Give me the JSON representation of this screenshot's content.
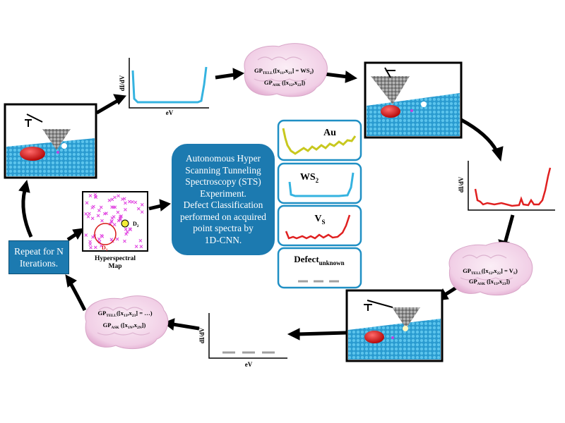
{
  "center_box": {
    "line1": "Autonomous Hyper",
    "line2": "Scanning Tunneling",
    "line3": "Spectroscopy (STS)",
    "line4": "Experiment.",
    "line5": "Defect Classification",
    "line6": "performed on acquired",
    "line7": "point spectra by",
    "line8": "1D-CNN."
  },
  "repeat_box": {
    "line1": "Repeat for N",
    "line2": "Iterations."
  },
  "hyperspectral_map": {
    "label_line1": "Hyperspectral",
    "label_line2": "Map",
    "d1_base": "D",
    "d1_sub": "1",
    "d2_base": "D",
    "d2_sub": "2"
  },
  "spectra_axes": {
    "y_label": "dI/dV",
    "x_label": "eV"
  },
  "brains": {
    "b1": {
      "tell_pre": "GP",
      "tell_sub": "TELL",
      "tell_body": "([x",
      "tell_a": "11",
      "tell_mid": ",x",
      "tell_b": "21",
      "tell_post": "] = WS",
      "tell_post_sub": "2",
      "tell_end": ")",
      "ask_pre": "GP",
      "ask_sub": "ASK",
      "ask_body": " ([x",
      "ask_a": "12",
      "ask_mid": ",x",
      "ask_b": "22",
      "ask_post": "])"
    },
    "b2": {
      "tell_pre": "GP",
      "tell_sub": "TELL",
      "tell_body": "([x",
      "tell_a": "12",
      "tell_mid": ",x",
      "tell_b": "22",
      "tell_post": "] = V",
      "tell_post_sub": "S",
      "tell_end": ")",
      "ask_pre": "GP",
      "ask_sub": "ASK",
      "ask_body": " ([x",
      "ask_a": "13",
      "ask_mid": ",x",
      "ask_b": "23",
      "ask_post": "])"
    },
    "b3": {
      "tell_pre": "GP",
      "tell_sub": "TELL",
      "tell_body": "([x",
      "tell_a": "13",
      "tell_mid": ",x",
      "tell_b": "23",
      "tell_post": "] = …)",
      "tell_post_sub": "",
      "tell_end": "",
      "ask_pre": "GP",
      "ask_sub": "ASK",
      "ask_body": " ([x",
      "ask_a": "1N",
      "ask_mid": ",x",
      "ask_b": "2N",
      "ask_post": "])"
    }
  },
  "classes": {
    "au": {
      "base": "Au",
      "sub": ""
    },
    "ws2": {
      "base": "WS",
      "sub": "2"
    },
    "vs": {
      "base": "V",
      "sub": "S"
    },
    "unknown": {
      "base": "Defect",
      "sub": "unknown"
    }
  },
  "colors": {
    "accent_blue": "#1c7ab0",
    "class_border": "#1f8fc4",
    "spectrum_cyan": "#35b3e0",
    "spectrum_red": "#e02020",
    "spectrum_olive": "#c8c81e",
    "spectrum_gray": "#a0a0a0",
    "surface": "#2fa8d8",
    "defect_red": "#d81818",
    "map_marker": "#e040e0"
  }
}
